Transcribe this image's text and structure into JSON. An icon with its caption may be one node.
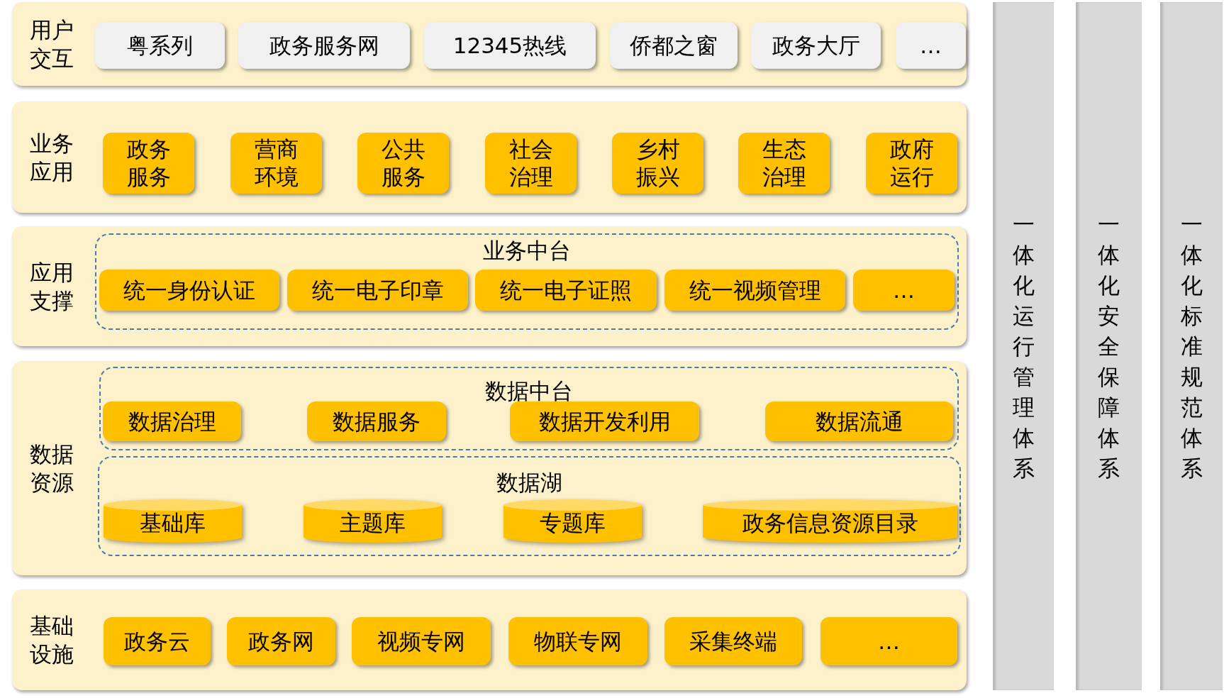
{
  "diagram": {
    "nodes": [
      {
        "text": [
          "用户交互"
        ]
      },
      {
        "text": [
          "粤系列"
        ],
        "in": 0
      },
      {
        "text": [
          "政务服务网"
        ],
        "in": 0
      },
      {
        "text": [
          "12345热线"
        ],
        "in": 0
      },
      {
        "text": [
          "侨都之窗"
        ],
        "in": 0
      },
      {
        "text": [
          "政务大厅"
        ],
        "in": 0
      },
      {
        "text": [
          "…"
        ],
        "in": 0
      },
      {
        "text": [
          "业务应用"
        ]
      },
      {
        "text": [
          "政务服务"
        ],
        "in": 7
      },
      {
        "text": [
          "营商环境"
        ],
        "in": 7
      },
      {
        "text": [
          "公共服务"
        ],
        "in": 7
      },
      {
        "text": [
          "社会治理"
        ],
        "in": 7
      },
      {
        "text": [
          "乡村振兴"
        ],
        "in": 7
      },
      {
        "text": [
          "生态治理"
        ],
        "in": 7
      },
      {
        "text": [
          "政府运行"
        ],
        "in": 7
      },
      {
        "text": [
          "应用支撑"
        ]
      },
      {
        "text": [
          "业务中台"
        ],
        "in": 15
      },
      {
        "text": [
          "统一身份认证"
        ],
        "in": 16
      },
      {
        "text": [
          "统一电子印章"
        ],
        "in": 16
      },
      {
        "text": [
          "统一电子证照"
        ],
        "in": 16
      },
      {
        "text": [
          "统一视频管理"
        ],
        "in": 16
      },
      {
        "text": [
          "…"
        ],
        "in": 16
      },
      {
        "text": [
          "数据资源"
        ]
      },
      {
        "text": [
          "数据中台"
        ],
        "in": 22
      },
      {
        "text": [
          "数据治理"
        ],
        "in": 23
      },
      {
        "text": [
          "数据服务"
        ],
        "in": 23
      },
      {
        "text": [
          "数据开发利用"
        ],
        "in": 23
      },
      {
        "text": [
          "数据流通"
        ],
        "in": 23
      },
      {
        "text": [
          "数据湖"
        ],
        "in": 22
      },
      {
        "text": [
          "基础库"
        ],
        "in": 28
      },
      {
        "text": [
          "主题库"
        ],
        "in": 28
      },
      {
        "text": [
          "专题库"
        ],
        "in": 28
      },
      {
        "text": [
          "政务信息资源目录"
        ],
        "in": 28
      },
      {
        "text": [
          "基础设施"
        ]
      },
      {
        "text": [
          "政务云"
        ],
        "in": 33
      },
      {
        "text": [
          "政务网"
        ],
        "in": 33
      },
      {
        "text": [
          "视频专网"
        ],
        "in": 33
      },
      {
        "text": [
          "物联专网"
        ],
        "in": 33
      },
      {
        "text": [
          "采集终端"
        ],
        "in": 33
      },
      {
        "text": [
          "…"
        ],
        "in": 33
      },
      {
        "text": [
          "一体化运行管理体系"
        ]
      },
      {
        "text": [
          "一体化安全保障体系"
        ]
      },
      {
        "text": [
          "一体化标准规范体系"
        ]
      }
    ]
  }
}
